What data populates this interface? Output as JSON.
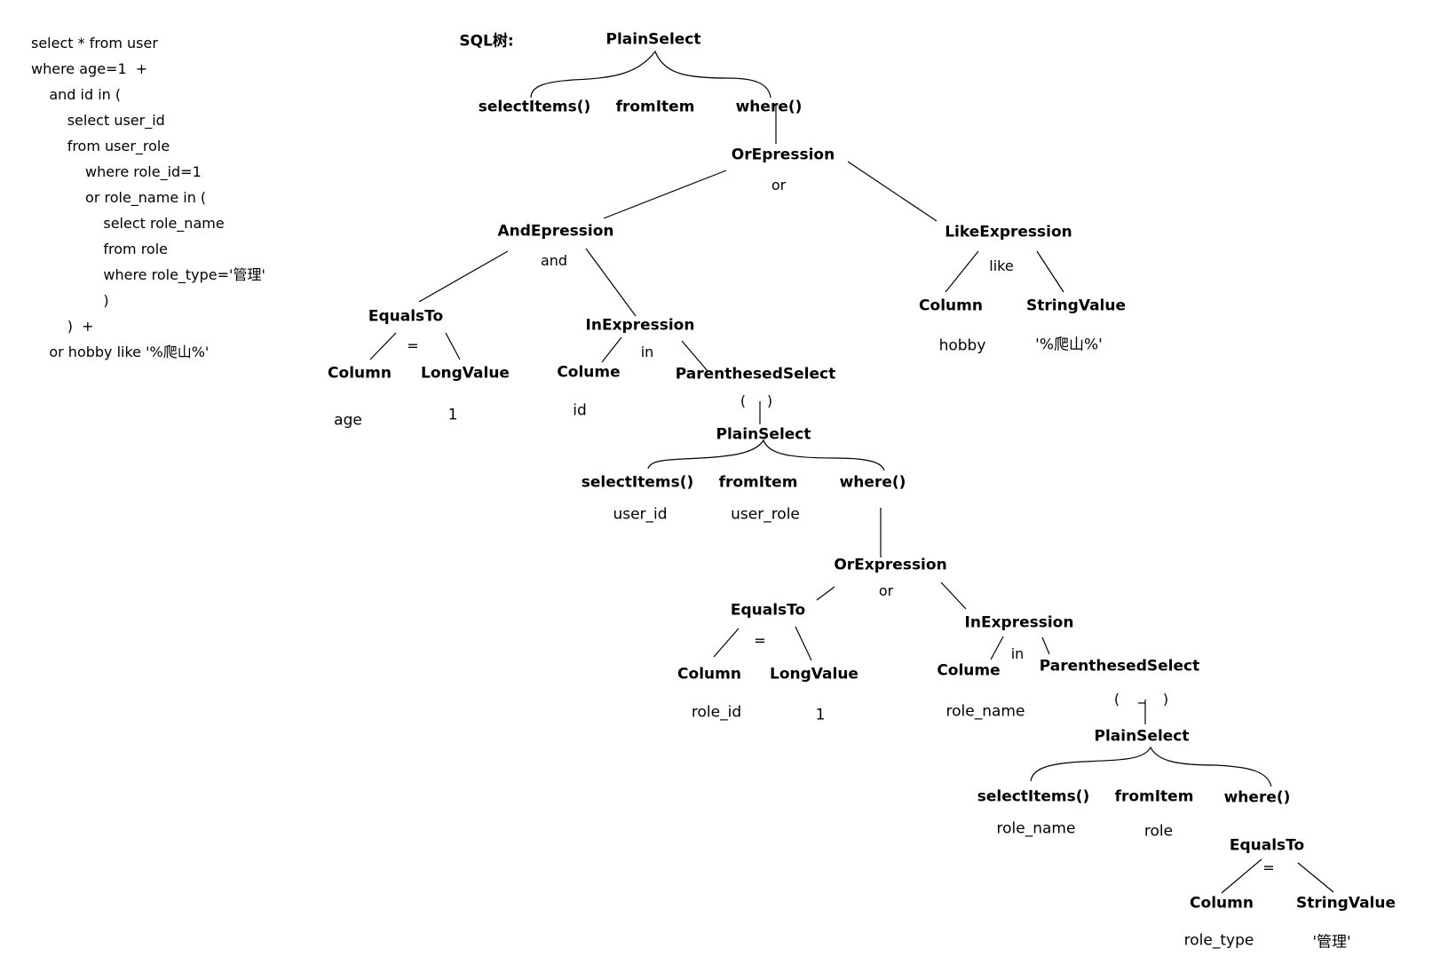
{
  "sql_lines": [
    "select * from user",
    "where age=1  +",
    "    and id in (",
    "        select user_id",
    "        from user_role",
    "            where role_id=1",
    "            or role_name in (",
    "                select role_name",
    "                from role",
    "                where role_type='管理'",
    "                )",
    "        )  +",
    "    or hobby like '%爬山%'"
  ],
  "tree": {
    "title": "SQL树:",
    "n1": "PlainSelect",
    "n2": "selectItems()",
    "n3": "fromItem",
    "n4": "where()",
    "n5": "OrEpression",
    "n5_op": "or",
    "n6": "AndEpression",
    "n6_op": "and",
    "n7": "LikeExpression",
    "n7_op": "like",
    "n8": "Column",
    "n9": "StringValue",
    "n8_v": "hobby",
    "n9_v": "'%爬山%'",
    "n10": "EqualsTo",
    "n10_op": "=",
    "n11": "InExpression",
    "n11_op": "in",
    "n12": "Column",
    "n13": "LongValue",
    "n12_v": "age",
    "n13_v": "1",
    "n14": "Colume",
    "n14_v": "id",
    "n15": "ParenthesedSelect",
    "n15_open": "(",
    "n15_close": ")",
    "n16": "PlainSelect",
    "n17": "selectItems()",
    "n18": "fromItem",
    "n19": "where()",
    "n17_v": "user_id",
    "n18_v": "user_role",
    "n20": "OrExpression",
    "n20_op": "or",
    "n21": "EqualsTo",
    "n21_op": "=",
    "n22": "InExpression",
    "n22_op": "in",
    "n23": "Column",
    "n24": "LongValue",
    "n23_v": "role_id",
    "n24_v": "1",
    "n25": "Colume",
    "n25_v": "role_name",
    "n26": "ParenthesedSelect",
    "n26_open": "(",
    "n26_close": ")",
    "n27": "PlainSelect",
    "n28": "selectItems()",
    "n29": "fromItem",
    "n30": "where()",
    "n28_v": "role_name",
    "n29_v": "role",
    "n31": "EqualsTo",
    "n31_op": "=",
    "n32": "Column",
    "n33": "StringValue",
    "n32_v": "role_type",
    "n33_v": "'管理'"
  }
}
